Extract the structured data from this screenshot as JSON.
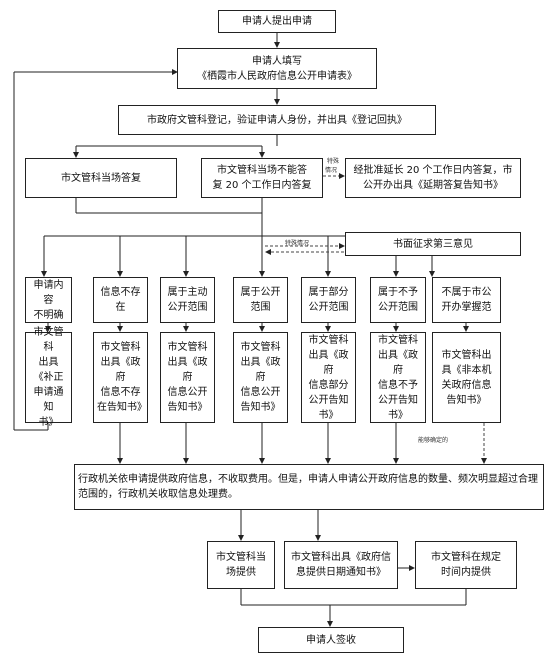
{
  "nodes": {
    "apply": "申请人提出申请",
    "fill": "申请人填写\n《栖霞市人民政府信息公开申请表》",
    "register": "市政府文管科登记，验证申请人身份，并出具《登记回执》",
    "on_site": "市文管科当场答复",
    "not_on_site": "市文管科当场不能答\n复 20 个工作日内答复",
    "extend": "经批准延长 20 个工作日内答复，市\n公开办出具《延期答复告知书》",
    "third_party": "书面征求第三意见",
    "cat_unclear": "申请内容\n不明确",
    "cat_not_exist": "信息不存\n在",
    "cat_active": "属于主动\n公开范围",
    "cat_public": "属于公开\n范围",
    "cat_partial": "属于部分\n公开范围",
    "cat_not_public": "属于不予\n公开范围",
    "cat_not_ours": "不属于市公\n开办掌握范",
    "notice_supplement": "市文管科\n出具《补正\n申请通知\n书》",
    "notice_not_exist": "市文管科\n出具《政府\n信息不存\n在告知书》",
    "notice_active": "市文管科\n出具《政府\n信息公开\n告知书》",
    "notice_public": "市文管科\n出具《政府\n信息公开\n告知书》",
    "notice_partial": "市文管科\n出具《政府\n信息部分\n公开告知\n书》",
    "notice_not_public": "市文管科\n出具《政府\n信息不予\n公开告知\n书》",
    "notice_not_ours": "市文管科出\n具《非本机\n关政府信息\n告知书》",
    "fee_note": "行政机关依申请提供政府信息，不收取费用。但是，申请人申请公开政府信息的数量、频次明显超过合理范围的，行政机关收取信息处理费。",
    "provide_now": "市文管科当\n场提供",
    "date_notice": "市文管科出具《政府信\n息提供日期通知书》",
    "provide_later": "市文管科在规定\n时间内提供",
    "sign": "申请人签收"
  },
  "edge_labels": {
    "special1": "特殊",
    "special2": "情况",
    "special_case": "特殊情况",
    "if_known": "能够确定的"
  }
}
